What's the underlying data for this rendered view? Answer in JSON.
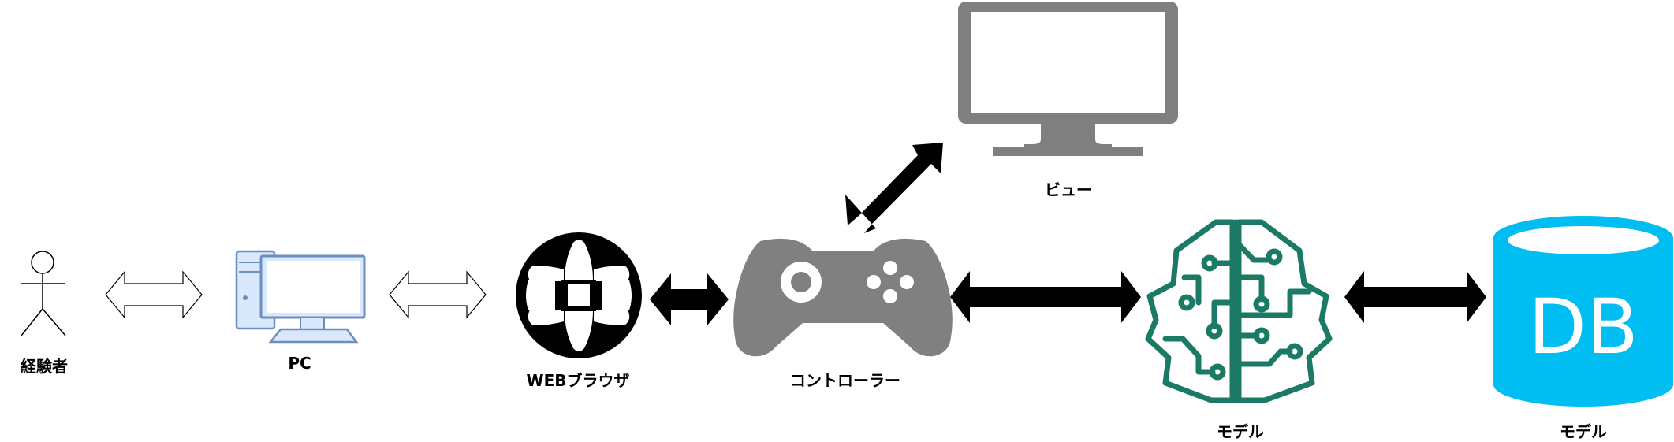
{
  "nodes": {
    "user": {
      "label": "経験者",
      "icon": "stick-figure-icon"
    },
    "pc": {
      "label": "PC",
      "icon": "desktop-computer-icon"
    },
    "browser": {
      "label": "WEBブラウザ",
      "icon": "globe-icon"
    },
    "controller": {
      "label": "コントローラー",
      "icon": "gamepad-icon"
    },
    "view": {
      "label": "ビュー",
      "icon": "monitor-icon"
    },
    "model": {
      "label": "モデル",
      "icon": "brain-circuit-icon"
    },
    "database": {
      "label": "モデル",
      "icon": "database-cylinder-icon",
      "text": "DB"
    }
  },
  "edges": [
    {
      "from": "user",
      "to": "pc",
      "style": "hollow-double-arrow"
    },
    {
      "from": "pc",
      "to": "browser",
      "style": "hollow-double-arrow"
    },
    {
      "from": "browser",
      "to": "controller",
      "style": "solid-double-arrow"
    },
    {
      "from": "controller",
      "to": "view",
      "style": "solid-double-arrow"
    },
    {
      "from": "controller",
      "to": "model",
      "style": "solid-double-arrow"
    },
    {
      "from": "model",
      "to": "database",
      "style": "solid-double-arrow"
    }
  ],
  "colors": {
    "gray": "#808080",
    "pc_outline": "#6c8ebf",
    "pc_fill": "#dae8fc",
    "brain": "#1b7a66",
    "db": "#00bef2",
    "arrow": "#000000"
  }
}
